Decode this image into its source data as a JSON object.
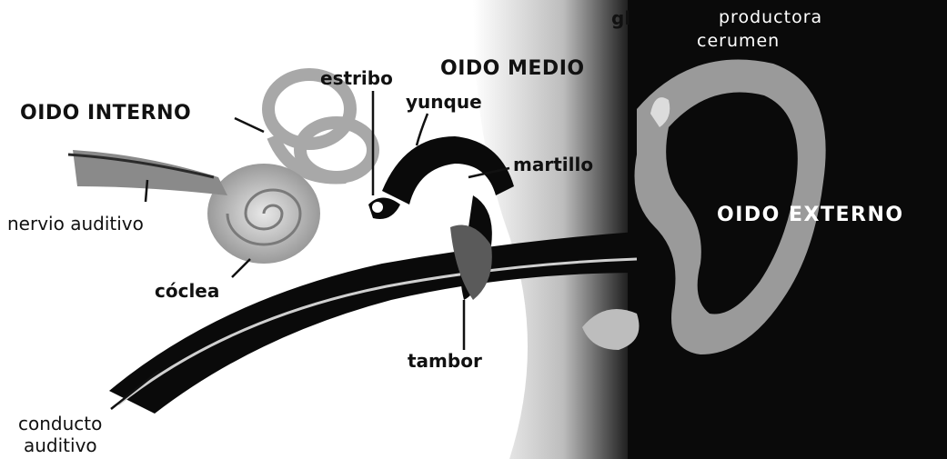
{
  "diagram": {
    "labels": {
      "gland_prefix": "gl",
      "gland_suffix": "productora",
      "cerumen": "cerumen",
      "oido_medio": "OIDO MEDIO",
      "oido_interno": "OIDO INTERNO",
      "estribo": "estribo",
      "yunque": "yunque",
      "martillo": "martillo",
      "oido_externo": "OIDO EXTERNO",
      "nervio_auditivo": "nervio auditivo",
      "coclea": "cóclea",
      "tambor": "tambor",
      "conducto": "conducto",
      "auditivo": "auditivo"
    },
    "colors": {
      "background": "#ffffff",
      "dark": "#0a0a0a",
      "gray": "#8a8a8a",
      "light_gray": "#cfcfcf",
      "text": "#111111",
      "text_inverse": "#ffffff"
    }
  }
}
